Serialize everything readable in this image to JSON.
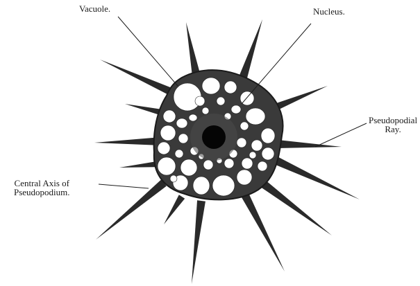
{
  "figure": {
    "labels": {
      "vacuole": "Vacuole.",
      "nucleus": "Nucleus.",
      "pseudopodial_ray_line1": "Pseudopodial",
      "pseudopodial_ray_line2": "Ray.",
      "central_axis_line1": "Central Axis of",
      "central_axis_line2": "Pseudopodium."
    },
    "colors": {
      "ink": "#1c1c1c",
      "cytoplasm": "#3a3a3a",
      "vacuole_fill": "#ffffff",
      "nucleus": "#050505"
    }
  }
}
